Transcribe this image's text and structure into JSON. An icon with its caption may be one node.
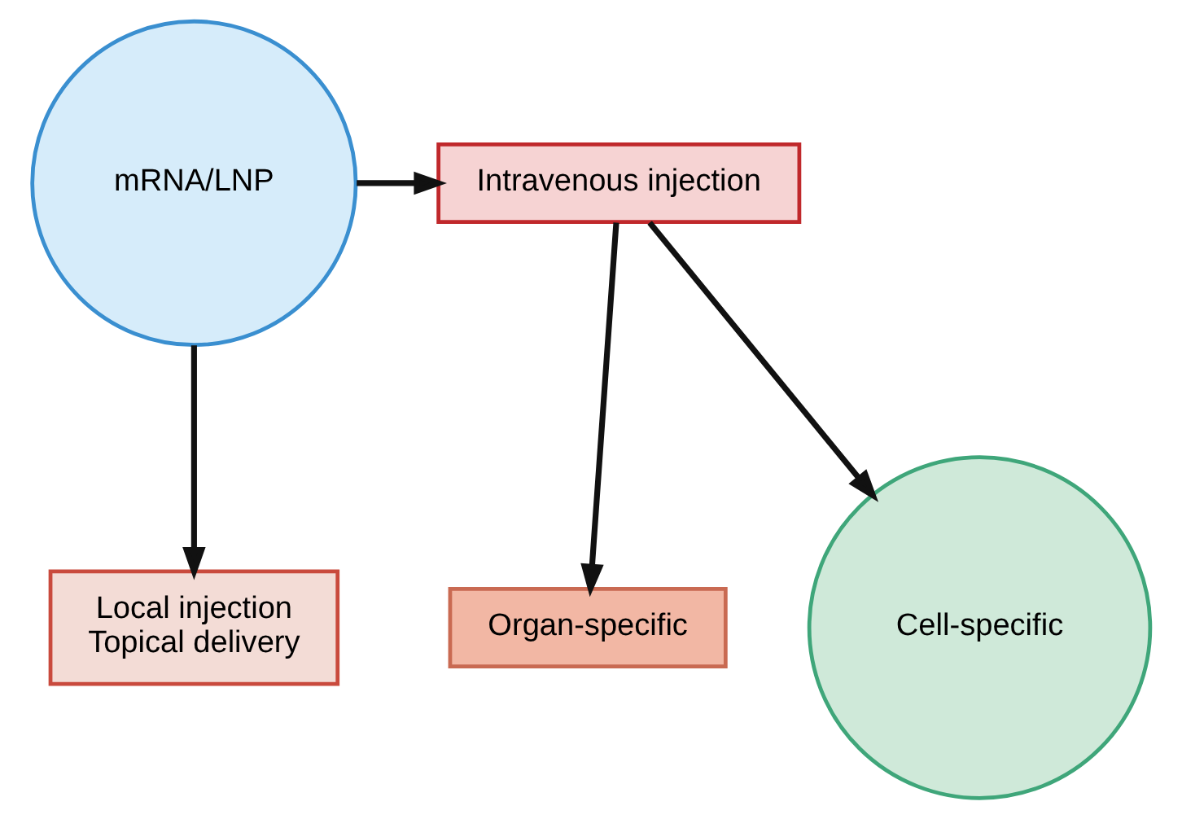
{
  "diagram": {
    "nodes": [
      {
        "text": [
          "mRNA/LNP"
        ]
      },
      {
        "text": [
          "Intravenous injection"
        ]
      },
      {
        "text": [
          "Local injection",
          "Topical delivery"
        ]
      },
      {
        "text": [
          "Organ-specific"
        ]
      },
      {
        "text": [
          "Cell-specific"
        ]
      }
    ],
    "edges": [
      {
        "from": 0,
        "to": 1,
        "arrow": "to"
      },
      {
        "from": 0,
        "to": 2,
        "arrow": "to"
      },
      {
        "from": 1,
        "to": 3,
        "arrow": "to"
      },
      {
        "from": 1,
        "to": 4,
        "arrow": "to"
      }
    ]
  }
}
